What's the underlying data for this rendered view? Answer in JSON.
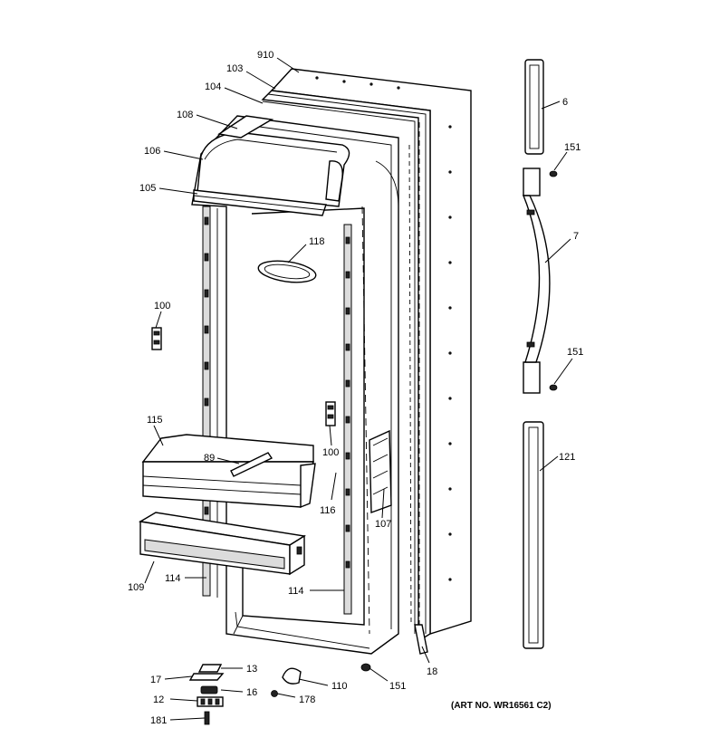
{
  "art_number": "(ART NO. WR16561 C2)",
  "callouts": [
    {
      "id": "910",
      "text": "910"
    },
    {
      "id": "103",
      "text": "103"
    },
    {
      "id": "104",
      "text": "104"
    },
    {
      "id": "108",
      "text": "108"
    },
    {
      "id": "106",
      "text": "106"
    },
    {
      "id": "105",
      "text": "105"
    },
    {
      "id": "118",
      "text": "118"
    },
    {
      "id": "100a",
      "text": "100"
    },
    {
      "id": "115",
      "text": "115"
    },
    {
      "id": "89",
      "text": "89"
    },
    {
      "id": "100b",
      "text": "100"
    },
    {
      "id": "116",
      "text": "116"
    },
    {
      "id": "107",
      "text": "107"
    },
    {
      "id": "109",
      "text": "109"
    },
    {
      "id": "114a",
      "text": "114"
    },
    {
      "id": "114b",
      "text": "114"
    },
    {
      "id": "6",
      "text": "6"
    },
    {
      "id": "151a",
      "text": "151"
    },
    {
      "id": "7",
      "text": "7"
    },
    {
      "id": "151b",
      "text": "151"
    },
    {
      "id": "121",
      "text": "121"
    },
    {
      "id": "18",
      "text": "18"
    },
    {
      "id": "151c",
      "text": "151"
    },
    {
      "id": "13",
      "text": "13"
    },
    {
      "id": "17",
      "text": "17"
    },
    {
      "id": "16",
      "text": "16"
    },
    {
      "id": "110",
      "text": "110"
    },
    {
      "id": "12",
      "text": "12"
    },
    {
      "id": "178",
      "text": "178"
    },
    {
      "id": "181",
      "text": "181"
    }
  ]
}
